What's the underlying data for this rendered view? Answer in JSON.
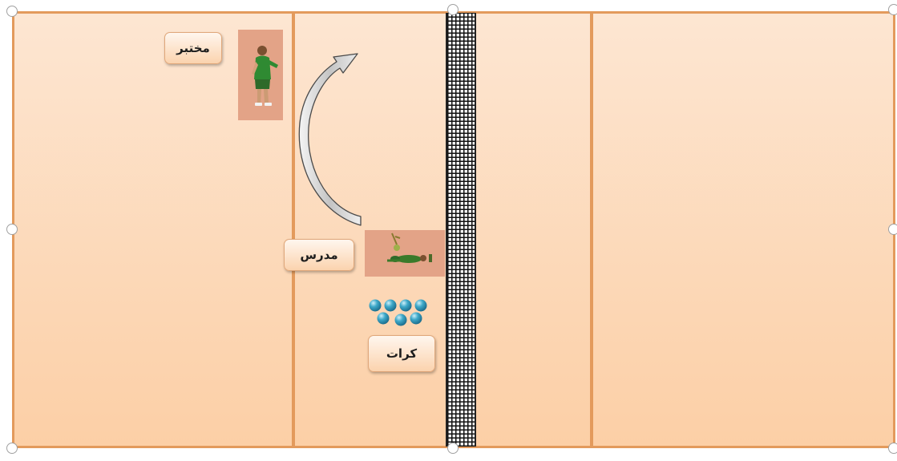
{
  "labels": {
    "tester": "مختبر",
    "teacher": "مدرس",
    "balls": "كرات"
  },
  "colors": {
    "court_fill_top": "#fde6d2",
    "court_fill_bottom": "#fccfa6",
    "court_lines": "#e39a5c",
    "net": "#111111",
    "ball": "#3fa9c9",
    "arrow_fill": "#d9d9d9",
    "photo_background": "#e3a387"
  },
  "icons": {
    "arrow": "curved-arrow-icon",
    "ball": "ball-icon",
    "tester_figure": "standing-player-icon",
    "teacher_figure": "lying-player-icon"
  },
  "balls_count": 7
}
